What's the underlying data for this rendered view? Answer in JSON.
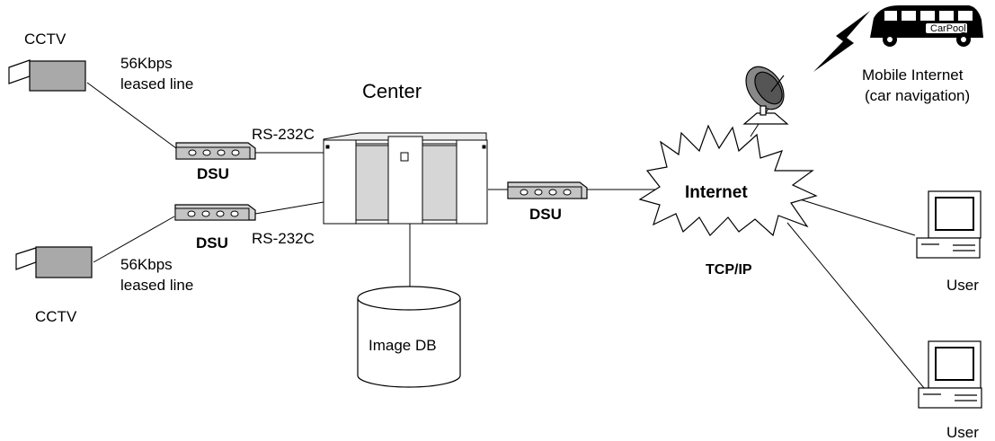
{
  "cctv_top": "CCTV",
  "cctv_bottom": "CCTV",
  "line_top": [
    "56Kbps",
    "leased line"
  ],
  "line_bottom": [
    "56Kbps",
    "leased line"
  ],
  "rs_top": "RS-232C",
  "rs_bottom": "RS-232C",
  "dsu_top": "DSU",
  "dsu_bottom": "DSU",
  "dsu_right": "DSU",
  "center": "Center",
  "image_db": "Image DB",
  "internet": "Internet",
  "tcpip": "TCP/IP",
  "carpool": "CarPool",
  "mobile": [
    "Mobile Internet",
    "(car navigation)"
  ],
  "user_top": "User",
  "user_bottom": "User"
}
